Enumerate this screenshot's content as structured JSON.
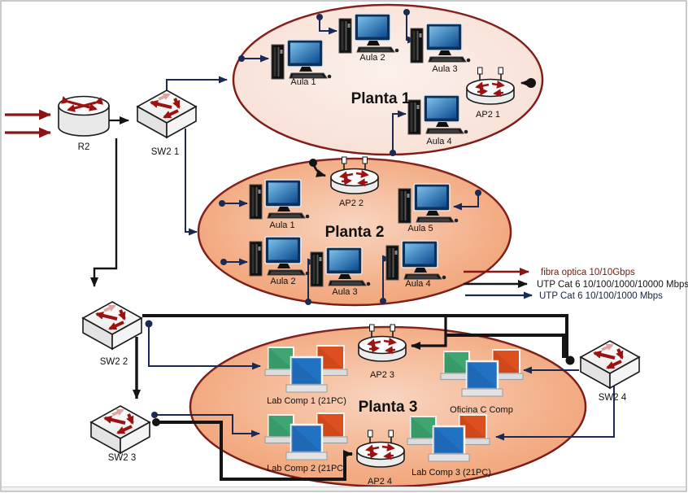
{
  "zones": [
    {
      "title": "Planta 1",
      "fill": "#f8e0d5",
      "devices": [
        {
          "label": "Aula 1",
          "type": "pc"
        },
        {
          "label": "Aula 2",
          "type": "pc"
        },
        {
          "label": "Aula 3",
          "type": "pc"
        },
        {
          "label": "Aula 4",
          "type": "pc"
        },
        {
          "label": "AP2 1",
          "type": "access-point"
        }
      ]
    },
    {
      "title": "Planta 2",
      "fill": "#f1a173",
      "devices": [
        {
          "label": "AP2 2",
          "type": "access-point"
        },
        {
          "label": "Aula 1",
          "type": "pc"
        },
        {
          "label": "Aula 5",
          "type": "pc"
        },
        {
          "label": "Aula 2",
          "type": "pc"
        },
        {
          "label": "Aula 3",
          "type": "pc"
        },
        {
          "label": "Aula 4",
          "type": "pc"
        }
      ]
    },
    {
      "title": "Planta 3",
      "fill": "#f1a173",
      "devices": [
        {
          "label": "Lab Comp 1 (21PC)",
          "type": "laptop-group"
        },
        {
          "label": "AP2 3",
          "type": "access-point"
        },
        {
          "label": "Oficina C Comp",
          "type": "laptop-group"
        },
        {
          "label": "Lab Comp 2 (21PC)",
          "type": "laptop-group"
        },
        {
          "label": "AP2 4",
          "type": "access-point"
        },
        {
          "label": "Lab Comp 3 (21PC)",
          "type": "laptop-group"
        }
      ]
    }
  ],
  "core": {
    "router": {
      "label": "R2",
      "type": "router"
    },
    "switches": [
      {
        "label": "SW2 1"
      },
      {
        "label": "SW2 2"
      },
      {
        "label": "SW2 3"
      },
      {
        "label": "SW2 4"
      }
    ]
  },
  "legend": {
    "items": [
      {
        "label": "fibra optica 10/10Gbps",
        "color": "#8b1414",
        "text_color": "#6e2014"
      },
      {
        "label": "UTP Cat 6 10/100/1000/10000 Mbps",
        "color": "#141414",
        "text_color": "#141414"
      },
      {
        "label": "UTP Cat 6 10/100/1000 Mbps",
        "color": "#1b2a55",
        "text_color": "#18233f"
      }
    ]
  }
}
